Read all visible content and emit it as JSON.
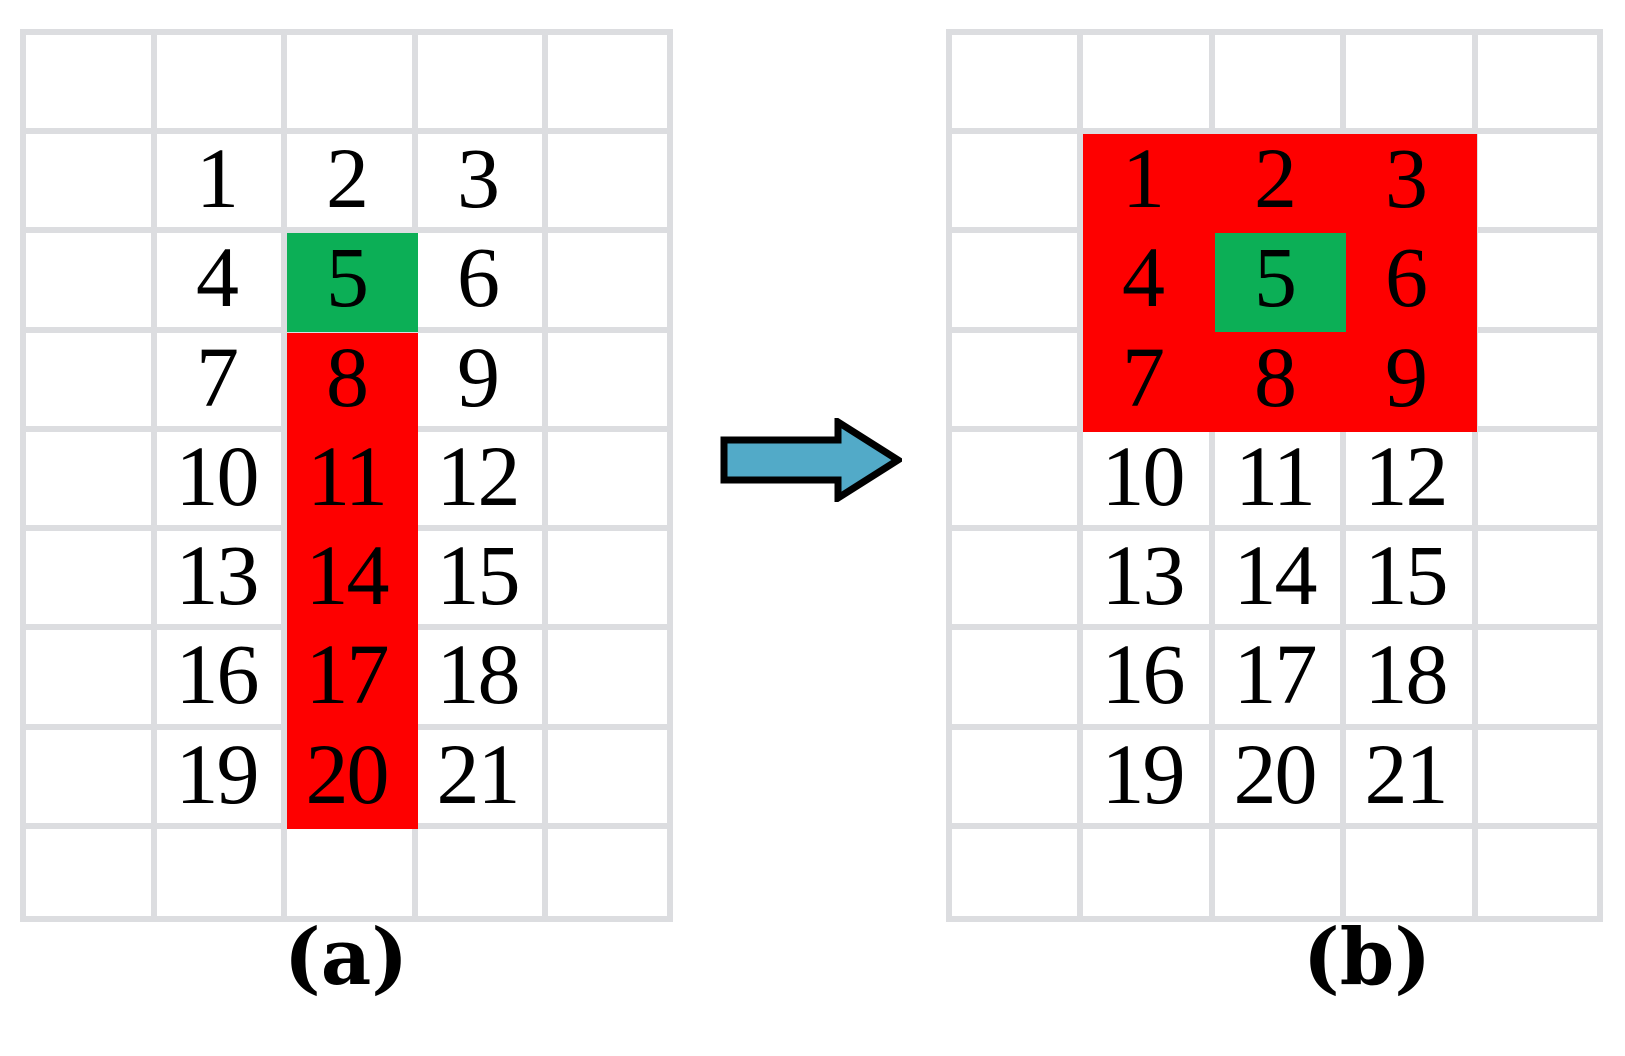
{
  "figure": {
    "caption_a": "(a)",
    "caption_b": "(b)",
    "arrow_icon": "right-arrow-icon",
    "colors": {
      "gridline": "#dcdde0",
      "seed_green": "#0caf56",
      "region_red": "#fe0000",
      "arrow_fill": "#52aac8",
      "arrow_outline": "#000000",
      "number_text": "#000000",
      "background": "#ffffff"
    }
  },
  "panel_a": {
    "label": "(a)",
    "grid": {
      "columns": 5,
      "rows": 9
    },
    "numbers": [
      {
        "value": "1",
        "col": 2,
        "row": 2
      },
      {
        "value": "2",
        "col": 3,
        "row": 2
      },
      {
        "value": "3",
        "col": 4,
        "row": 2
      },
      {
        "value": "4",
        "col": 2,
        "row": 3
      },
      {
        "value": "5",
        "col": 3,
        "row": 3
      },
      {
        "value": "6",
        "col": 4,
        "row": 3
      },
      {
        "value": "7",
        "col": 2,
        "row": 4
      },
      {
        "value": "8",
        "col": 3,
        "row": 4
      },
      {
        "value": "9",
        "col": 4,
        "row": 4
      },
      {
        "value": "10",
        "col": 2,
        "row": 5
      },
      {
        "value": "11",
        "col": 3,
        "row": 5
      },
      {
        "value": "12",
        "col": 4,
        "row": 5
      },
      {
        "value": "13",
        "col": 2,
        "row": 6
      },
      {
        "value": "14",
        "col": 3,
        "row": 6
      },
      {
        "value": "15",
        "col": 4,
        "row": 6
      },
      {
        "value": "16",
        "col": 2,
        "row": 7
      },
      {
        "value": "17",
        "col": 3,
        "row": 7
      },
      {
        "value": "18",
        "col": 4,
        "row": 7
      },
      {
        "value": "19",
        "col": 2,
        "row": 8
      },
      {
        "value": "20",
        "col": 3,
        "row": 8
      },
      {
        "value": "21",
        "col": 4,
        "row": 8
      }
    ],
    "green_region": {
      "col": 3,
      "row": 3,
      "col_span": 1,
      "row_span": 1,
      "cells": [
        "5"
      ]
    },
    "red_region": {
      "col": 3,
      "row": 4,
      "col_span": 1,
      "row_span": 5,
      "cells": [
        "8",
        "11",
        "14",
        "17",
        "20"
      ]
    }
  },
  "panel_b": {
    "label": "(b)",
    "grid": {
      "columns": 5,
      "rows": 9
    },
    "numbers": [
      {
        "value": "1",
        "col": 2,
        "row": 2
      },
      {
        "value": "2",
        "col": 3,
        "row": 2
      },
      {
        "value": "3",
        "col": 4,
        "row": 2
      },
      {
        "value": "4",
        "col": 2,
        "row": 3
      },
      {
        "value": "5",
        "col": 3,
        "row": 3
      },
      {
        "value": "6",
        "col": 4,
        "row": 3
      },
      {
        "value": "7",
        "col": 2,
        "row": 4
      },
      {
        "value": "8",
        "col": 3,
        "row": 4
      },
      {
        "value": "9",
        "col": 4,
        "row": 4
      },
      {
        "value": "10",
        "col": 2,
        "row": 5
      },
      {
        "value": "11",
        "col": 3,
        "row": 5
      },
      {
        "value": "12",
        "col": 4,
        "row": 5
      },
      {
        "value": "13",
        "col": 2,
        "row": 6
      },
      {
        "value": "14",
        "col": 3,
        "row": 6
      },
      {
        "value": "15",
        "col": 4,
        "row": 6
      },
      {
        "value": "16",
        "col": 2,
        "row": 7
      },
      {
        "value": "17",
        "col": 3,
        "row": 7
      },
      {
        "value": "18",
        "col": 4,
        "row": 7
      },
      {
        "value": "19",
        "col": 2,
        "row": 8
      },
      {
        "value": "20",
        "col": 3,
        "row": 8
      },
      {
        "value": "21",
        "col": 4,
        "row": 8
      }
    ],
    "red_region": {
      "col": 2,
      "row": 2,
      "col_span": 3,
      "row_span": 3,
      "cells": [
        "1",
        "2",
        "3",
        "4",
        "5",
        "6",
        "7",
        "8",
        "9"
      ]
    },
    "green_region": {
      "col": 3,
      "row": 3,
      "col_span": 1,
      "row_span": 1,
      "cells": [
        "5"
      ]
    }
  }
}
